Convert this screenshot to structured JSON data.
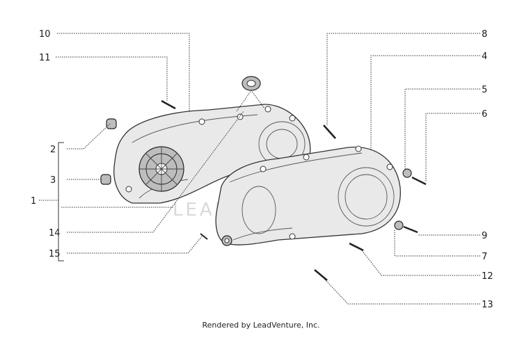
{
  "diagram": {
    "callouts": {
      "c1": "1",
      "c2": "2",
      "c3": "3",
      "c4": "4",
      "c5": "5",
      "c6": "6",
      "c7": "7",
      "c8": "8",
      "c9": "9",
      "c10": "10",
      "c11": "11",
      "c12": "12",
      "c13": "13",
      "c14": "14",
      "c15": "15"
    },
    "watermark": "LEADVENTURE"
  },
  "footer": {
    "caption": "Rendered by LeadVenture, Inc."
  }
}
